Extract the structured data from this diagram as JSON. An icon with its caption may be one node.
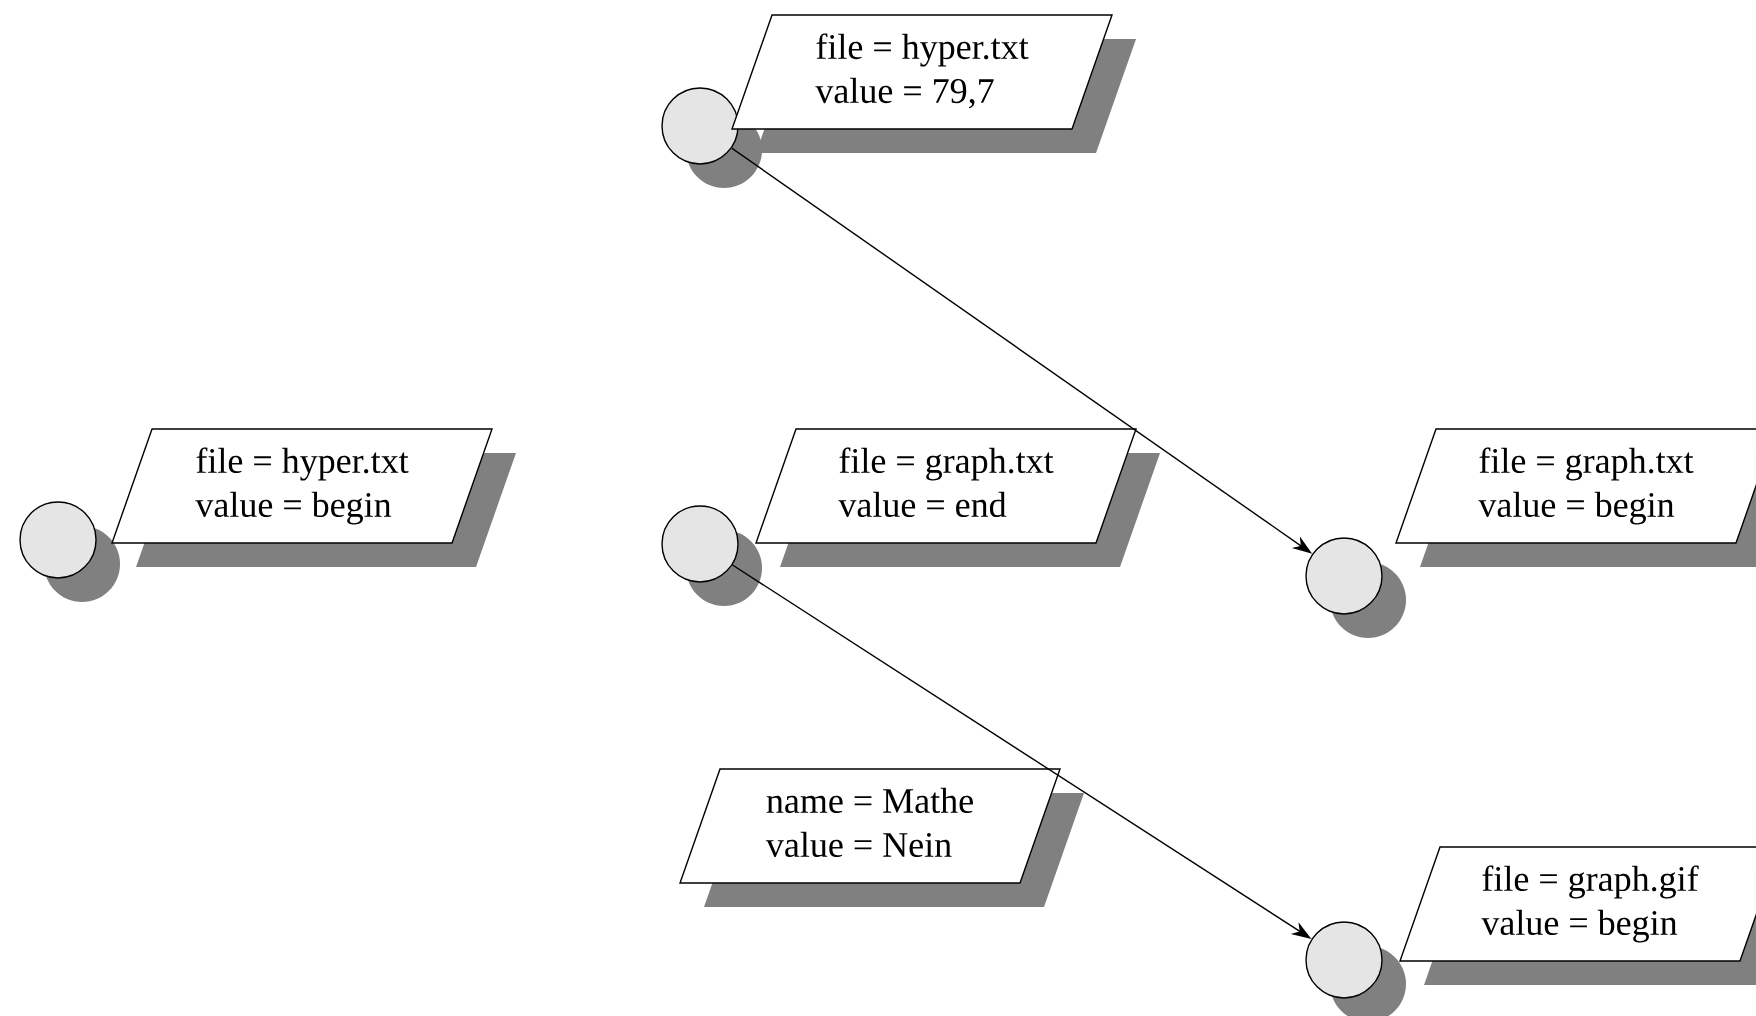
{
  "diagram": {
    "nodes": [
      {
        "text": [],
        "shape": "circle"
      },
      {
        "text": [
          "file = hyper.txt",
          "value = 79,7"
        ]
      },
      {
        "text": [],
        "shape": "circle"
      },
      {
        "text": [
          "file = hyper.txt",
          "value = begin"
        ]
      },
      {
        "text": [],
        "shape": "circle"
      },
      {
        "text": [
          "file = graph.txt",
          "value = end"
        ]
      },
      {
        "text": [],
        "shape": "circle"
      },
      {
        "text": [
          "file = graph.txt",
          "value = begin"
        ]
      },
      {
        "text": [
          "name = Mathe",
          "value = Nein"
        ]
      },
      {
        "text": [],
        "shape": "circle"
      },
      {
        "text": [
          "file = graph.gif",
          "value = begin"
        ]
      }
    ],
    "edges": [
      {
        "from": 0,
        "to": 6,
        "arrow": "to"
      },
      {
        "from": 4,
        "to": 9,
        "arrow": "to"
      }
    ]
  }
}
